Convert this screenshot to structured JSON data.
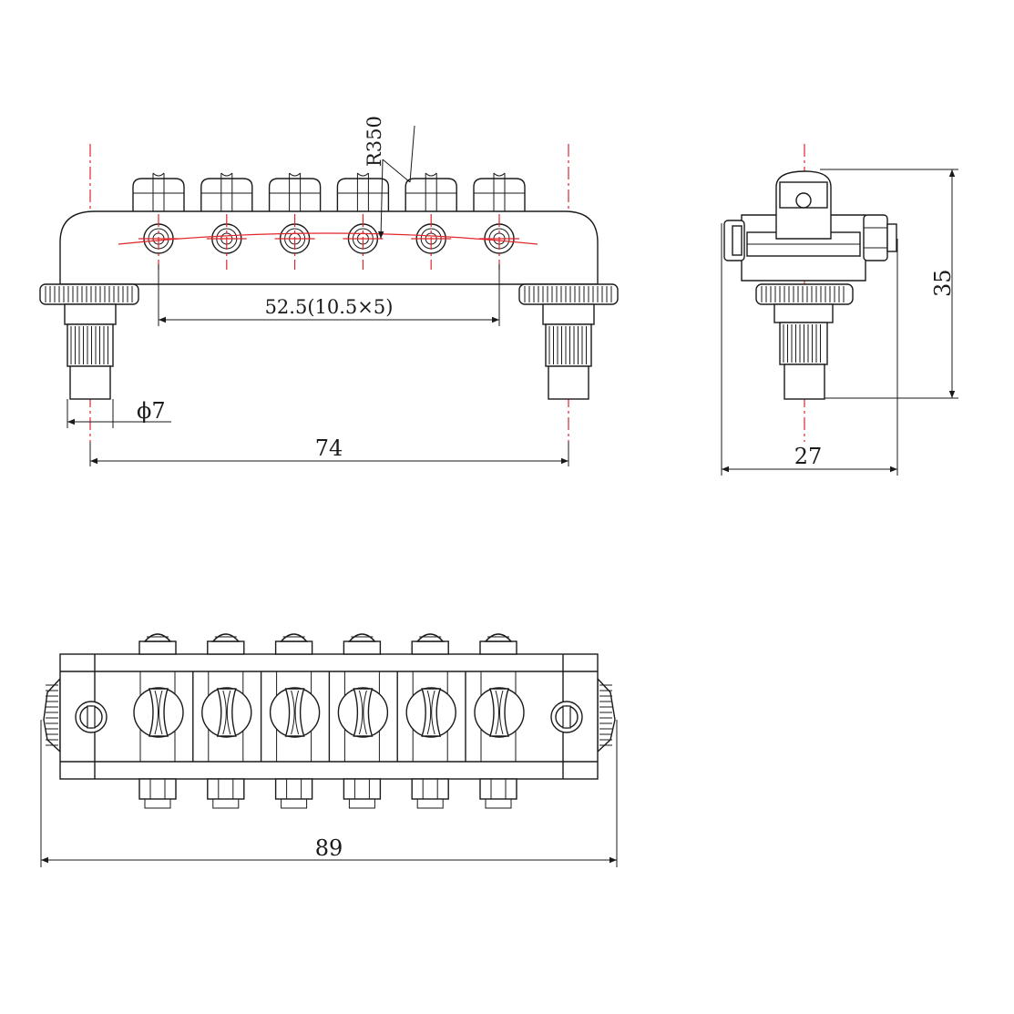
{
  "dimensions": {
    "radius": "R350",
    "string_spacing": "52.5(10.5×5)",
    "post_diameter": "ϕ7",
    "post_spacing": "74",
    "side_width": "27",
    "side_height": "35",
    "overall_length": "89"
  },
  "colors": {
    "line": "#1a1a1a",
    "centerline": "#e0262b",
    "background": "#ffffff"
  },
  "saddle_count": 6
}
